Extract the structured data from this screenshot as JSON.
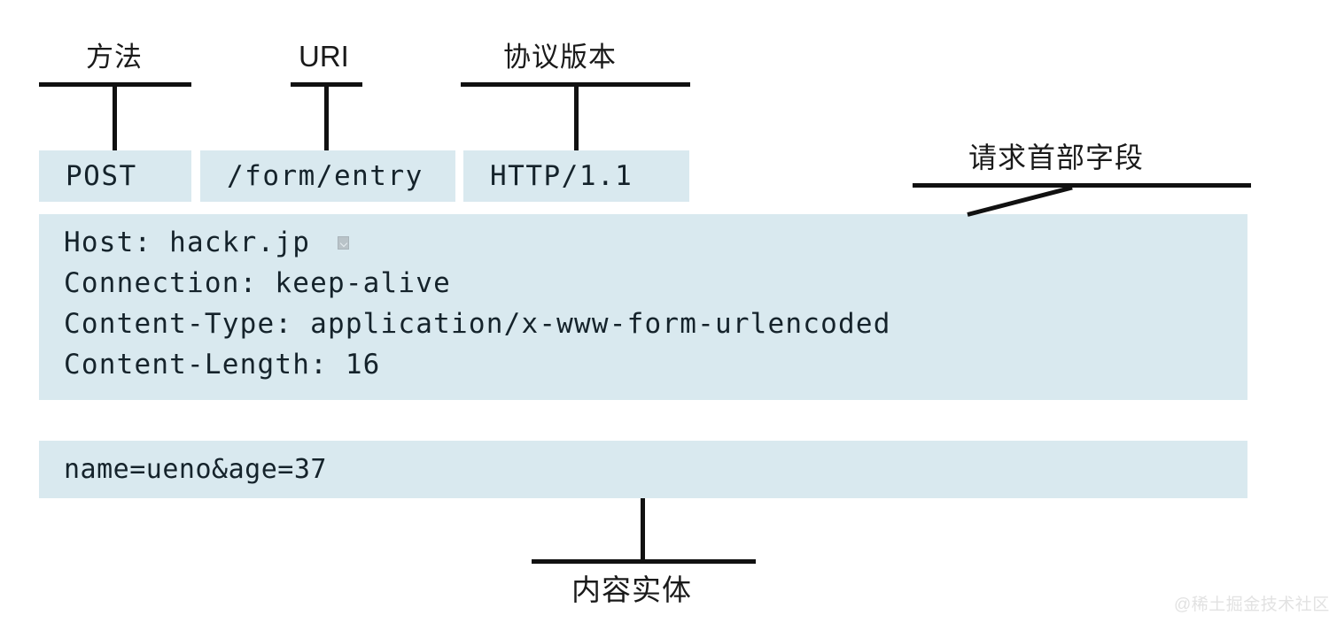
{
  "diagram": {
    "title": "HTTP Request Message Structure",
    "background_color": "#ffffff",
    "box_color": "#d9e9ef",
    "line_color": "#111111",
    "text_color": "#15232b"
  },
  "callouts": {
    "method": "方法",
    "uri": "URI",
    "version": "协议版本",
    "header_fields": "请求首部字段",
    "entity_body": "内容实体"
  },
  "request_line": {
    "method": "POST",
    "uri": "/form/entry",
    "version": "HTTP/1.1"
  },
  "headers": [
    {
      "name": "Host:",
      "value": "hackr.jp",
      "trailing_glyph": "control-char-box"
    },
    {
      "name": "Connection:",
      "value": "keep-alive"
    },
    {
      "name": "Content-Type:",
      "value": "application/x-www-form-urlencoded"
    },
    {
      "name": "Content-Length:",
      "value": "16"
    }
  ],
  "headers_text": {
    "line1": "Host: hackr.jp",
    "line2": "Connection: keep-alive",
    "line3": "Content-Type: application/x-www-form-urlencoded",
    "line4": "Content-Length: 16"
  },
  "body": {
    "content": "name=ueno&age=37"
  },
  "watermark": {
    "text": "@稀土掘金技术社区"
  }
}
